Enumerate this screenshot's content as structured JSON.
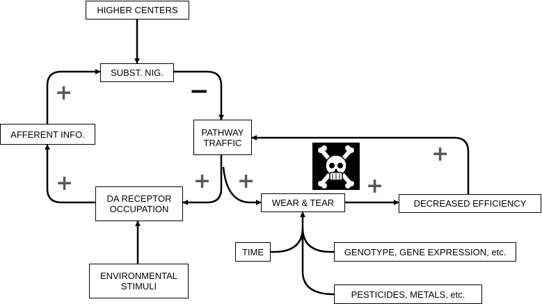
{
  "nodes": {
    "higher_centers": {
      "label": "HIGHER CENTERS"
    },
    "subst_nig": {
      "label": "SUBST. NIG."
    },
    "afferent_info": {
      "label": "AFFERENT INFO."
    },
    "pathway_traffic": {
      "line1": "PATHWAY",
      "line2": "TRAFFIC"
    },
    "da_receptor": {
      "line1": "DA RECEPTOR",
      "line2": "OCCUPATION"
    },
    "environmental_stimuli": {
      "line1": "ENVIRONMENTAL",
      "line2": "STIMULI"
    },
    "wear_tear": {
      "label": "WEAR & TEAR"
    },
    "decreased_efficiency": {
      "label": "DECREASED EFFICIENCY"
    },
    "time": {
      "label": "TIME"
    },
    "genotype": {
      "label": "GENOTYPE, GENE EXPRESSION, etc."
    },
    "pesticides": {
      "label": "PESTICIDES, METALS, etc."
    }
  },
  "signs": {
    "afferent_to_subst": "+",
    "subst_to_pathway": "−",
    "da_to_afferent": "+",
    "pathway_to_da": "+",
    "pathway_to_wear": "+",
    "wear_to_decreased": "+",
    "decreased_to_pathway": "+"
  },
  "icons": {
    "toxic": "skull-and-crossbones-icon"
  },
  "colors": {
    "line": "#000000",
    "sign": "#595959",
    "icon_bg": "#000000",
    "icon_fg": "#ffffff"
  }
}
